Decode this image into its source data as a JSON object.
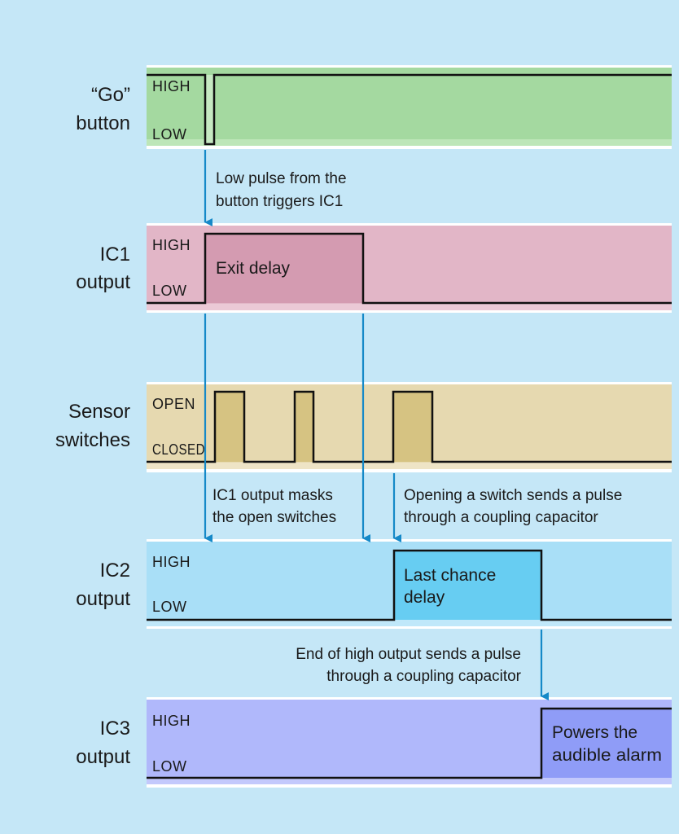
{
  "rows": {
    "go": {
      "label_line1": "“Go”",
      "label_line2": "button",
      "high": "HIGH",
      "low": "LOW",
      "band_color": "#a4d9a0",
      "band_bottom_color": "#bde6b8"
    },
    "ic1": {
      "label_line1": "IC1",
      "label_line2": "output",
      "high": "HIGH",
      "low": "LOW",
      "pulse_text": "Exit delay",
      "band_color": "#e2b6c7",
      "band_bottom_color": "#ebc9d6",
      "pulse_color": "#d49bb1"
    },
    "sensor": {
      "label_line1": "Sensor",
      "label_line2": "switches",
      "high": "OPEN",
      "low": "CLOSED",
      "band_color": "#e6d9b0",
      "band_bottom_color": "#eee4c6",
      "pulse_color": "#d6c382"
    },
    "ic2": {
      "label_line1": "IC2",
      "label_line2": "output",
      "high": "HIGH",
      "low": "LOW",
      "pulse_text_line1": "Last chance",
      "pulse_text_line2": "delay",
      "band_color": "#a9dff7",
      "band_bottom_color": "#c0e8fa",
      "pulse_color": "#67cdf2"
    },
    "ic3": {
      "label_line1": "IC3",
      "label_line2": "output",
      "high": "HIGH",
      "low": "LOW",
      "pulse_text_line1": "Powers the",
      "pulse_text_line2": "audible alarm",
      "band_color": "#b0b8fb",
      "band_bottom_color": "#c3c9fc",
      "pulse_color": "#8f9cf7"
    }
  },
  "annotations": {
    "a1_line1": "Low pulse from the",
    "a1_line2": "button triggers IC1",
    "a2_line1": "IC1 output masks",
    "a2_line2": "the open switches",
    "a3_line1": "Opening a switch sends a pulse",
    "a3_line2": "through a coupling capacitor",
    "a4_line1": "End of high output sends a pulse",
    "a4_line2": "through a coupling capacitor"
  },
  "colors": {
    "background": "#c5e7f7",
    "arrow": "#1589c8",
    "wave": "#111111"
  }
}
